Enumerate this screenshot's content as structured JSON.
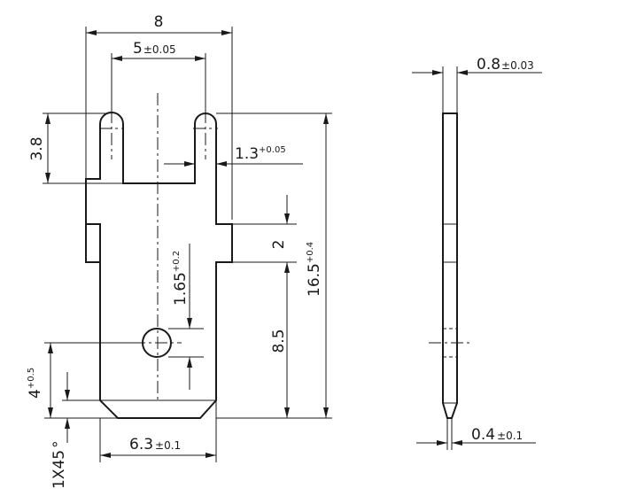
{
  "dimensions": {
    "overall_width": "8",
    "pin_spacing": "5",
    "pin_spacing_tol": "±0.05",
    "pin_length": "3.8",
    "pin_width": "1.3",
    "pin_width_tol": "+0.05",
    "shoulder": "2",
    "hole_offset": "1.65",
    "hole_offset_tol": "+0.2",
    "total_length": "16.5",
    "total_length_tol": "+0.4",
    "tab_length": "8.5",
    "tip_length": "4",
    "tip_length_tol": "+0.5",
    "chamfer": "1X45",
    "chamfer_mark": "°",
    "tab_width": "6.3",
    "tab_width_tol": "±0.1",
    "thickness": "0.8",
    "thickness_tol": "±0.03",
    "tip_thickness": "0.4",
    "tip_thickness_tol": "±0.1"
  }
}
